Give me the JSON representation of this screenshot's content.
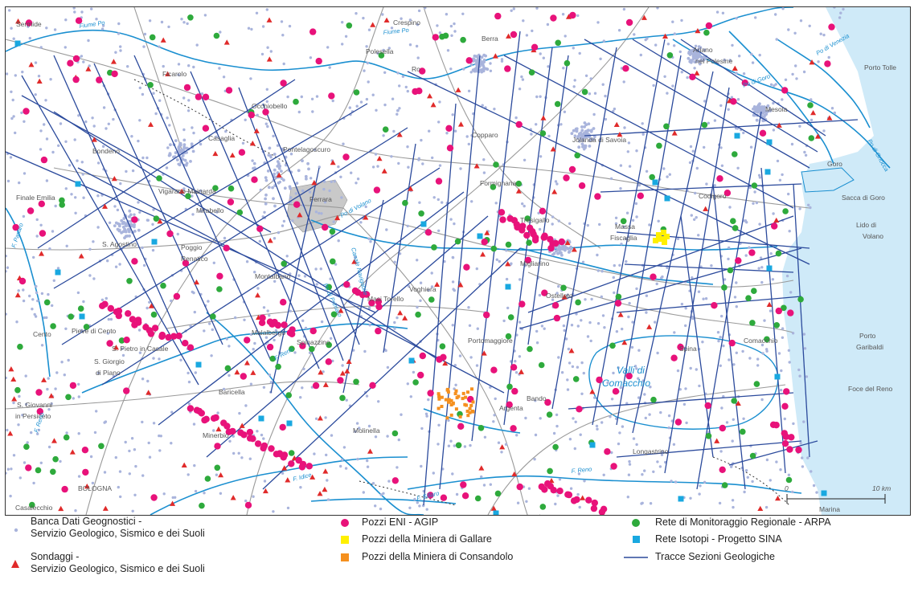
{
  "map": {
    "places": {
      "sermide": "Sermide",
      "crespino": "Crespino",
      "berra": "Berra",
      "ariano": "Ariano",
      "nel_polesine": "nel Polesine",
      "porto_tolle": "Porto Tolle",
      "ficarolo": "Ficarolo",
      "polesella": "Polesella",
      "ro": "Ro",
      "occhiobello": "Occhiobello",
      "bondeno": "Bondeno",
      "casaglia": "Casaglia",
      "pontelagoscuro": "Pontelagoscuro",
      "copparo": "Copparo",
      "jolanda": "Jolanda di Savoia",
      "mesola": "Mesola",
      "goro": "Goro",
      "finale_emilia": "Finale Emilia",
      "vigarano": "Vigarano Mainarda",
      "mirabello": "Mirabello",
      "ferrara": "Ferrara",
      "formignana": "Formignana",
      "tresigallo": "Tresigallo",
      "codigoro": "Codigoro",
      "sacca_di_goro": "Sacca di Goro",
      "lido_di": "Lido di",
      "volano": "Volano",
      "massa": "Massa",
      "fiscaglia": "Fiscaglia",
      "s_agostino": "S. Agostino",
      "poggio": "Poggio",
      "renatico": "Renatico",
      "migliarino": "Migliarino",
      "voghiera": "Voghiera",
      "ostellato": "Ostellato",
      "montalbano": "Montalbano",
      "masi": "Masi Torello",
      "cento": "Cento",
      "pieve_di_cento": "Pieve di Cento",
      "malalbergo": "Malalbergo",
      "s_pietro": "S. Pietro in Casale",
      "spinazzino": "Spinazzino",
      "portomaggiore": "Portomaggiore",
      "spina": "Spina",
      "comacchio": "Comacchio",
      "porto": "Porto",
      "garibaldi": "Garibaldi",
      "s_giorgio": "S. Giorgio",
      "di_piano": "di Piano",
      "baricella": "Baricella",
      "bando": "Bando",
      "valli_di": "Valli di",
      "comacchio_lagoon": "Comacchio",
      "foce_del_reno": "Foce del Reno",
      "s_giovanni": "S. Giovanni",
      "in_persiceto": "in Persiceto",
      "minerbio": "Minerbio",
      "molinella": "Molinella",
      "argenta": "Argenta",
      "longastrino": "Longastrino",
      "bologna": "BOLOGNA",
      "casalecchio": "Casalecchio",
      "marina": "Marina"
    },
    "rivers": {
      "fiume_po_west": "Fiume Po",
      "fiume_po_east": "Fiume Po",
      "po_di_venezia": "Po di Venezia",
      "po_di_goro": "Po di Goro",
      "po_di_gnocca": "Po di Gnocca",
      "po_di_volano": "Po di Volano",
      "f_panaro": "F. Panaro",
      "f_reno_west": "F. Reno",
      "f_reno_mid": "F. Reno",
      "f_reno_east": "F. Reno",
      "f_idice": "F. Idice",
      "f_sillaro": "F. Sillaro",
      "canale_navigabile": "Canale Navigabile",
      "primaro": "Po di Primaro"
    },
    "scale": {
      "zero": "0",
      "ten": "10 km",
      "length_km": 10
    }
  },
  "legend": {
    "banca_dati": {
      "line1": "Banca Dati Geognostici -",
      "line2": "Servizio Geologico, Sismico e dei Suoli"
    },
    "sondaggi": {
      "line1": "Sondaggi -",
      "line2": "Servizio Geologico, Sismico e dei Suoli"
    },
    "pozzi_eni": "Pozzi ENI - AGIP",
    "pozzi_gallare": "Pozzi della Miniera di Gallare",
    "pozzi_consandolo": "Pozzi della Miniera di Consandolo",
    "rete_arpa": "Rete di Monitoraggio Regionale - ARPA",
    "rete_isotopi": "Rete Isotopi - Progetto SINA",
    "tracce": "Tracce Sezioni Geologiche"
  },
  "colors": {
    "banca_dati": "#a9b4dc",
    "sondaggi": "#e02a2a",
    "pozzi_eni": "#e8127a",
    "pozzi_gallare": "#fff000",
    "pozzi_consandolo": "#f5901e",
    "rete_arpa": "#2eaa3c",
    "rete_isotopi": "#19a8e0",
    "tracce": "#2b4a9c",
    "sea": "#cfeaf8",
    "river": "#1a8fd0"
  }
}
